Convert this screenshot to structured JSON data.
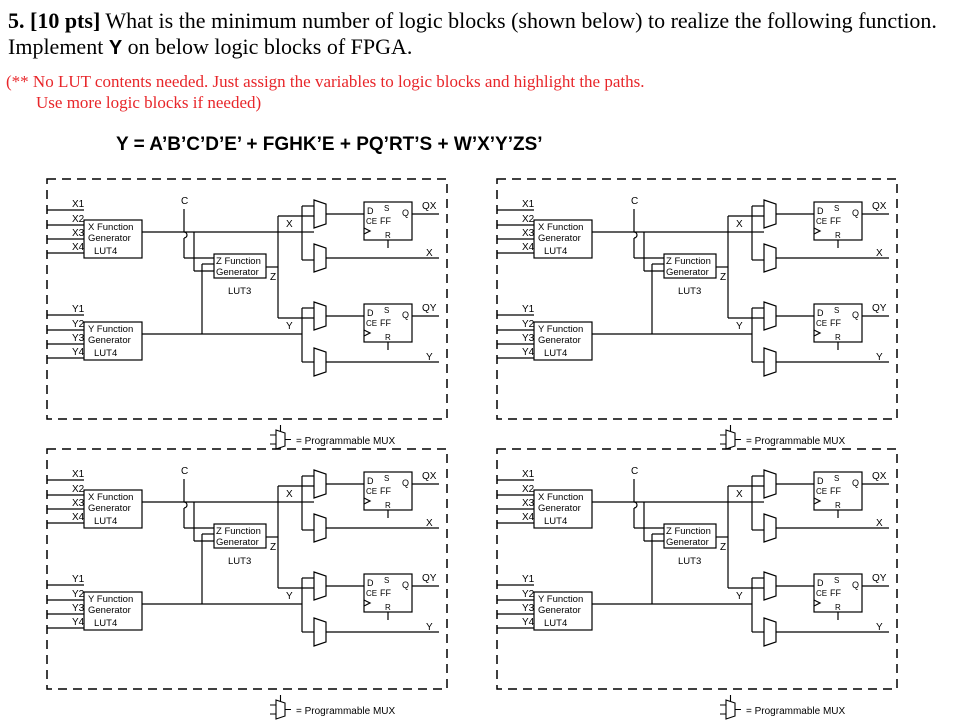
{
  "question": {
    "number": "5.",
    "points": "[10 pts]",
    "text_1": " What is the minimum number of logic blocks (shown below) to realize the following function. Implement ",
    "var": "Y",
    "text_2": " on below logic blocks of FPGA."
  },
  "note": {
    "line1": "(** No LUT contents needed. Just assign the variables to logic blocks and highlight the paths.",
    "line2": "Use more logic blocks if needed)"
  },
  "expression": "Y = A’B’C’D’E’ + FGHK’E + PQ’RT’S + W’X’Y’ZS’",
  "logic_block": {
    "x_inputs": [
      "X1",
      "X2",
      "X3",
      "X4"
    ],
    "y_inputs": [
      "Y1",
      "Y2",
      "Y3",
      "Y4"
    ],
    "x_gen": [
      "X Function",
      "Generator",
      "LUT4"
    ],
    "y_gen": [
      "Y Function",
      "Generator",
      "LUT4"
    ],
    "z_gen": [
      "Z Function",
      "Generator",
      "LUT3"
    ],
    "c_label": "C",
    "x_label": "X",
    "y_label": "Y",
    "z_label": "Z",
    "ff": {
      "d": "D",
      "s": "S",
      "q": "Q",
      "ce": "CE",
      "ff": "FF",
      "r": "R"
    },
    "qx_label": "QX",
    "qy_label": "QY",
    "legend": "= Programmable MUX"
  }
}
